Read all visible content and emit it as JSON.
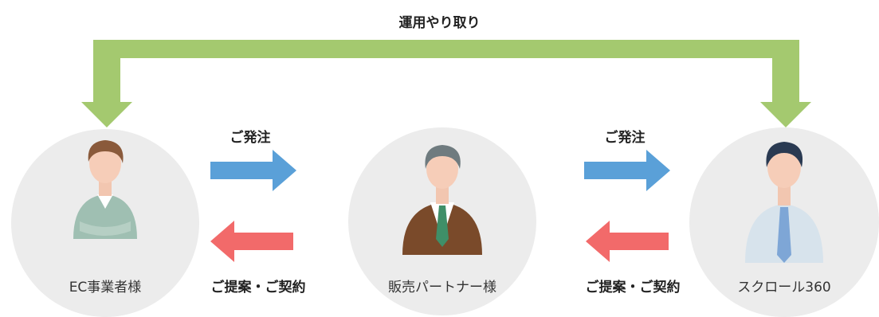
{
  "top_label": "運用やり取り",
  "nodes": [
    {
      "name": "EC事業者様"
    },
    {
      "name": "販売パートナー様"
    },
    {
      "name": "スクロール360"
    }
  ],
  "flows": [
    {
      "order_label": "ご発注",
      "proposal_label": "ご提案・ご契約"
    },
    {
      "order_label": "ご発注",
      "proposal_label": "ご提案・ご契約"
    }
  ],
  "colors": {
    "feedback_arrow": "#a4c96f",
    "order_arrow": "#5aa0d8",
    "proposal_arrow": "#f26a6a",
    "circle_bg": "#ececec"
  }
}
